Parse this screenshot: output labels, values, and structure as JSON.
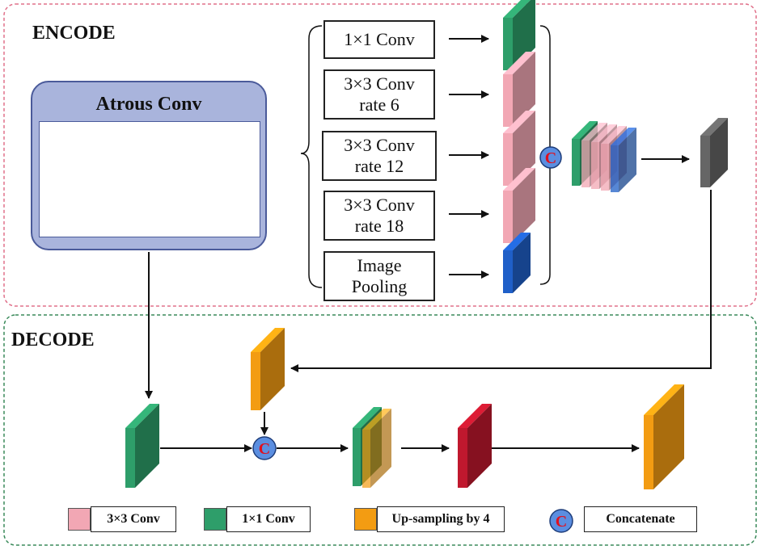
{
  "encode": {
    "title": "ENCODE"
  },
  "decode": {
    "title": "DECODE"
  },
  "atrous": {
    "title": "Atrous Conv"
  },
  "branches": [
    {
      "line1": "1×1 Conv",
      "line2": ""
    },
    {
      "line1": "3×3 Conv",
      "line2": "rate 6"
    },
    {
      "line1": "3×3 Conv",
      "line2": "rate 12"
    },
    {
      "line1": "3×3 Conv",
      "line2": "rate 18"
    },
    {
      "line1": "Image",
      "line2": "Pooling"
    }
  ],
  "concat_symbol": "C",
  "legend": [
    {
      "label": "3×3 Conv",
      "color": "#f2a7b4"
    },
    {
      "label": "1×1 Conv",
      "color": "#2e9e6a"
    },
    {
      "label": "Up-sampling by 4",
      "color": "#f39c12"
    },
    {
      "label": "Concatenate",
      "color": "#5b8ee0"
    }
  ],
  "colors": {
    "encode_border": "#e0708a",
    "decode_border": "#3a8a5a",
    "green": "#2e9e6a",
    "pink": "#f2a7b4",
    "blue": "#1f5fc8",
    "gray": "#666666",
    "orange": "#f39c12",
    "red": "#c0182e",
    "concat_fill": "#5b8ee0",
    "concat_text": "#e0101e"
  }
}
